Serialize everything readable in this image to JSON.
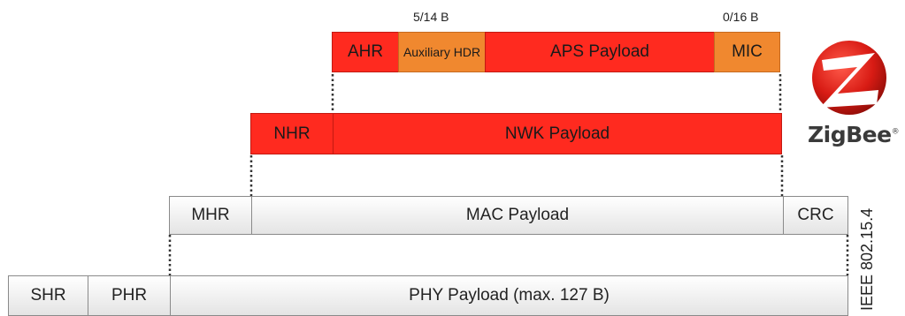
{
  "aps": {
    "ahr": "AHR",
    "aux_hdr": "Auxiliary HDR",
    "payload": "APS Payload",
    "mic": "MIC",
    "aux_size": "5/14 B",
    "mic_size": "0/16 B"
  },
  "nwk": {
    "nhr": "NHR",
    "payload": "NWK Payload"
  },
  "mac": {
    "mhr": "MHR",
    "payload": "MAC Payload",
    "crc": "CRC"
  },
  "phy": {
    "shr": "SHR",
    "phr": "PHR",
    "payload": "PHY Payload (max. 127 B)"
  },
  "standard_label": "IEEE 802.15.4",
  "logo": {
    "text": "ZigBee",
    "mark": "®"
  },
  "colors": {
    "header_red": "#ff2a1f",
    "optional_orange": "#f0882f",
    "frame_gray": "#e4e4e4"
  }
}
